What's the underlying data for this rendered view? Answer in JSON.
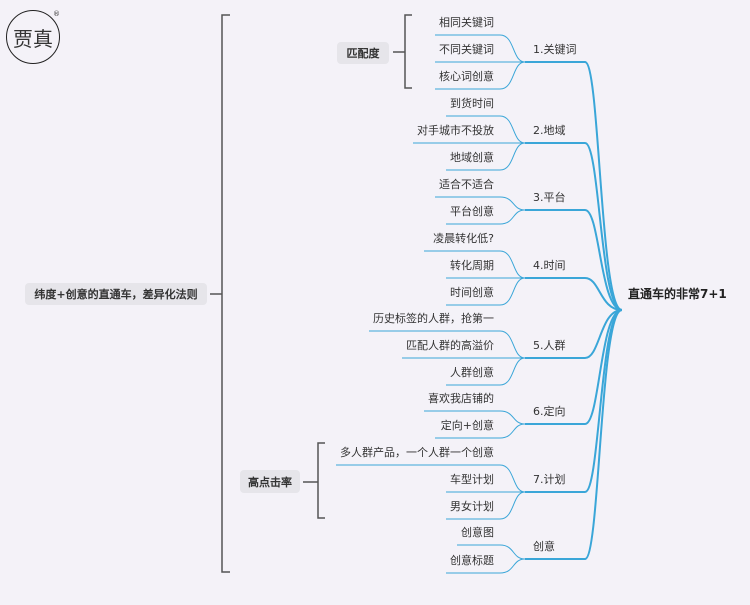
{
  "logo": {
    "text": "贾真",
    "mark": "®"
  },
  "root": "直通车的非常7+1",
  "left_topic": "纬度+创意的直通车，差异化法则",
  "summaries": {
    "match": "匹配度",
    "ctr": "高点击率"
  },
  "branches": [
    {
      "label": "1.关键词",
      "leaves": [
        "相同关键词",
        "不同关键词",
        "核心词创意"
      ]
    },
    {
      "label": "2.地域",
      "leaves": [
        "到货时间",
        "对手城市不投放",
        "地域创意"
      ]
    },
    {
      "label": "3.平台",
      "leaves": [
        "适合不适合",
        "平台创意"
      ]
    },
    {
      "label": "4.时间",
      "leaves": [
        "凌晨转化低?",
        "转化周期",
        "时间创意"
      ]
    },
    {
      "label": "5.人群",
      "leaves": [
        "历史标签的人群，抢第一",
        "匹配人群的高溢价",
        "人群创意"
      ]
    },
    {
      "label": "6.定向",
      "leaves": [
        "喜欢我店铺的",
        "定向+创意"
      ]
    },
    {
      "label": "7.计划",
      "leaves": [
        "多人群产品，一个人群一个创意",
        "车型计划",
        "男女计划"
      ]
    },
    {
      "label": "创意",
      "leaves": [
        "创意图",
        "创意标题"
      ]
    }
  ],
  "colors": {
    "line": "#3aa6d8",
    "bracket": "#555555"
  }
}
